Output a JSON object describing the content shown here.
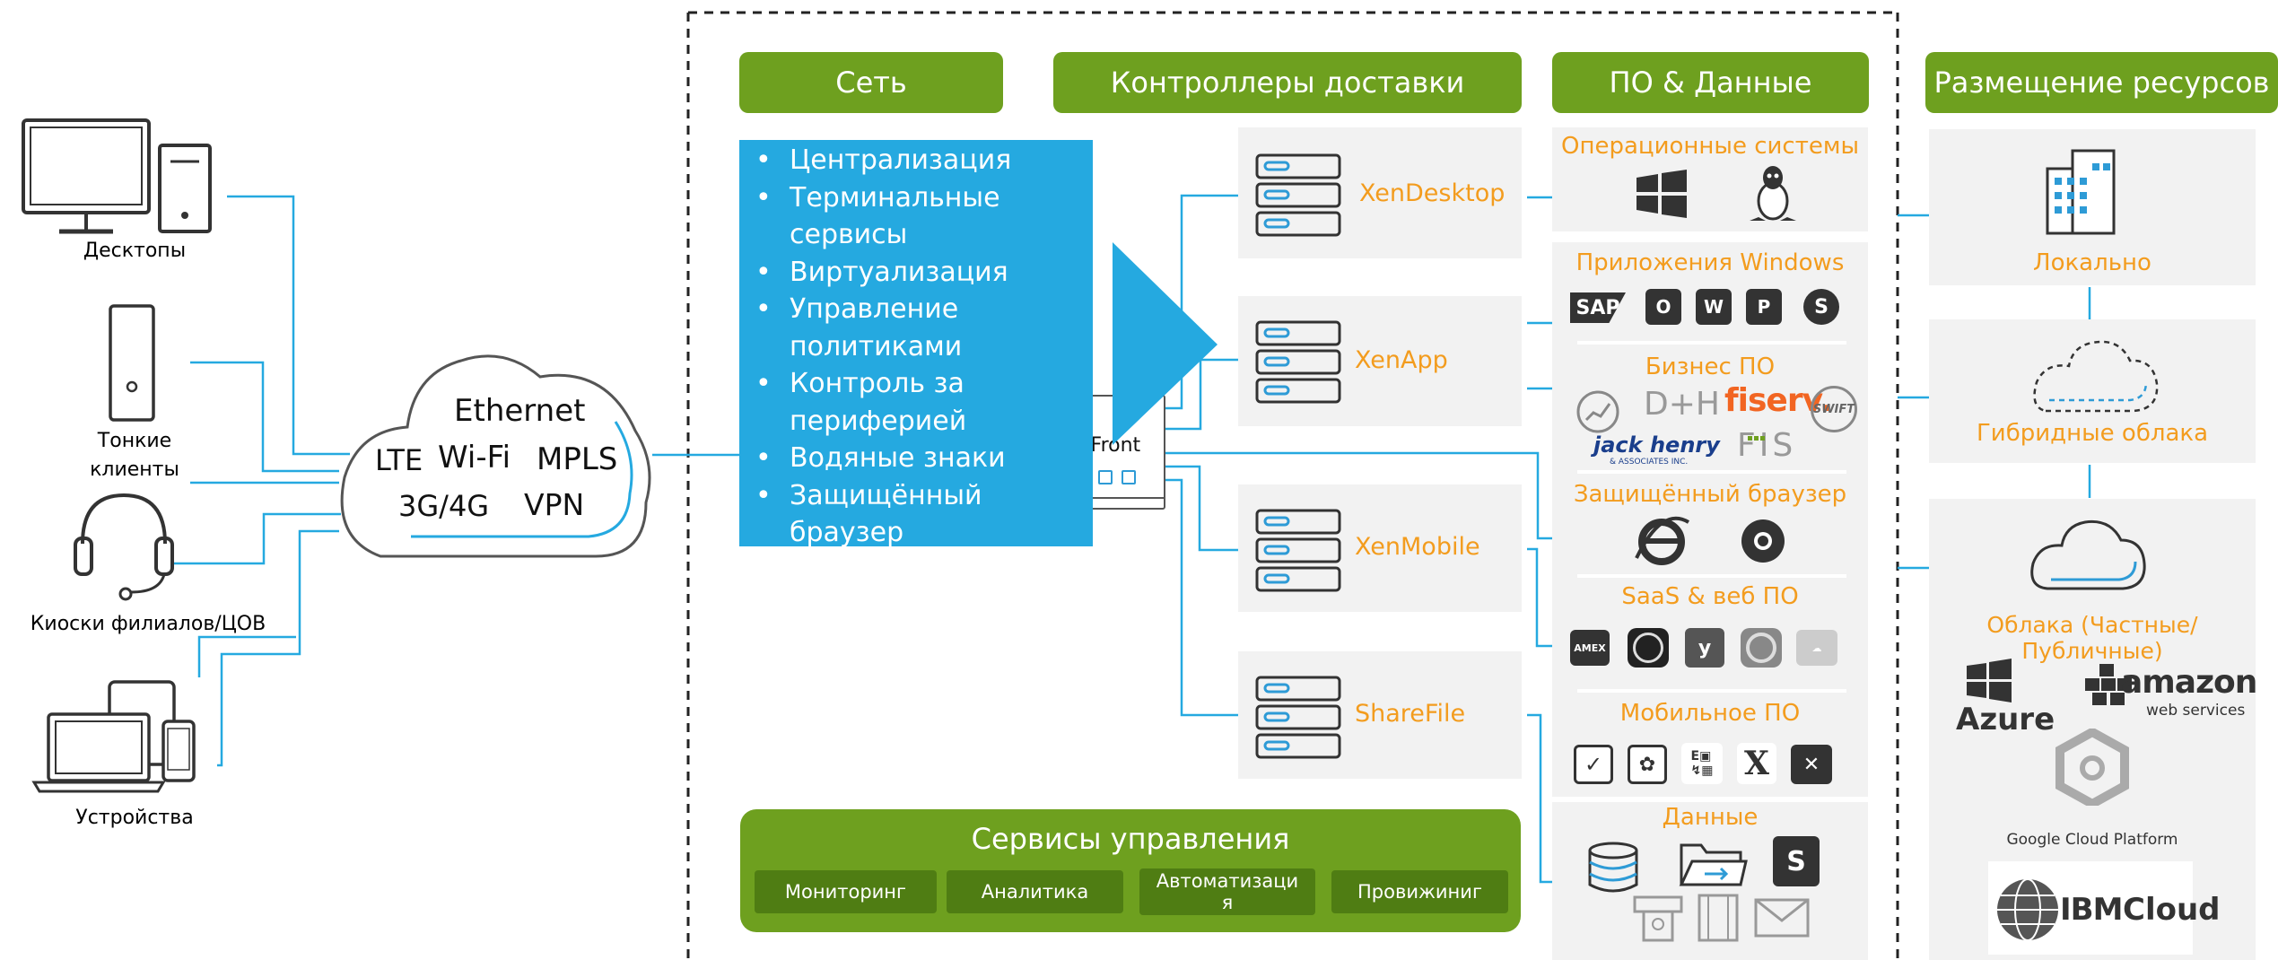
{
  "endpoints": {
    "desktops": "Десктопы",
    "thin_clients_1": "Тонкие",
    "thin_clients_2": "клиенты",
    "kiosks": "Киоски филиалов/ЦОВ",
    "devices": "Устройства"
  },
  "cloud": {
    "ethernet": "Ethernet",
    "lte": "LTE",
    "wifi": "Wi-Fi",
    "mpls": "MPLS",
    "g34": "3G/4G",
    "vpn": "VPN"
  },
  "headers": {
    "network": "Сеть",
    "controllers": "Контроллеры доставки",
    "software": "ПО & Данные",
    "resources": "Размещение ресурсов"
  },
  "network_list": [
    "Централизация",
    "Терминальные сервисы",
    "Виртуализация",
    "Управление политиками",
    "Контроль за периферией",
    "Водяные знаки",
    "Защищённый браузер"
  ],
  "storefront_partial": "eFront",
  "servers": {
    "xendesktop": "XenDesktop",
    "xenapp": "XenApp",
    "xenmobile": "XenMobile",
    "sharefile": "ShareFile"
  },
  "software": {
    "os": "Операционные системы",
    "windows_apps": "Приложения Windows",
    "business": "Бизнес ПО",
    "browser": "Защищённый браузер",
    "saas": "SaaS & веб ПО",
    "mobile": "Мобильное ПО",
    "data": "Данные"
  },
  "logos": {
    "sap": "SAP",
    "dh": "D+H",
    "fiserv": "fiserv.",
    "swift": "SWIFT",
    "jackhenry": "jack henry",
    "jackhenry_sub": "& ASSOCIATES INC.",
    "fis": "FIS",
    "amex": "AMEX",
    "azure": "Azure",
    "amazon": "amazon",
    "webservices": "web services",
    "google_cloud": "Google Cloud Platform",
    "ibm": "IBM",
    "ibm_cloud": "Cloud"
  },
  "resources": {
    "local": "Локально",
    "hybrid": "Гибридные облака",
    "clouds": "Облака (Частные/Публичные)"
  },
  "management": {
    "title": "Сервисы управления",
    "monitoring": "Мониторинг",
    "analytics": "Аналитика",
    "automation": "Автоматизаци я",
    "provisioning": "Провижиниг"
  },
  "colors": {
    "green": "#6ea01f",
    "dark_green": "#4f7d13",
    "blue": "#25a9e0",
    "orange": "#f39c1e",
    "panel": "#f2f2f2",
    "server_blue": "#2e9bd6"
  }
}
